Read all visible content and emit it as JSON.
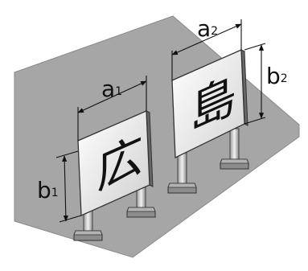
{
  "diagram": {
    "colors": {
      "ground": "#a6a6a6",
      "board_face": "#f2f2f2",
      "board_edge": "#5a5a5a",
      "post": "#cfcfcf",
      "base": "#8c8c8c",
      "line": "#111111"
    },
    "dimensions": {
      "a1": {
        "base": "a",
        "sub": "1"
      },
      "b1": {
        "base": "b",
        "sub": "1"
      },
      "a2": {
        "base": "a",
        "sub": "2"
      },
      "b2": {
        "base": "b",
        "sub": "2"
      }
    },
    "signs": {
      "left": {
        "character": "広"
      },
      "right": {
        "character": "島"
      }
    }
  }
}
